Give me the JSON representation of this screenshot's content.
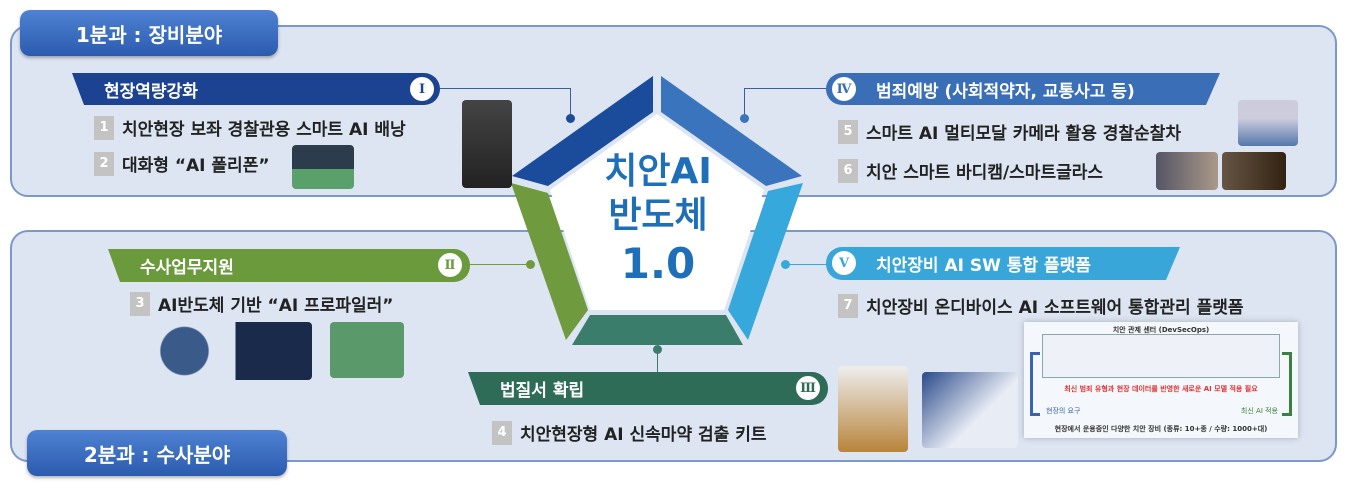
{
  "groups": {
    "equipment": "1분과 : 장비분야",
    "investigation": "2분과 : 수사분야"
  },
  "center": {
    "line1": "치안AI",
    "line2": "반도체",
    "line3": "1.0"
  },
  "categories": [
    {
      "numeral": "Ⅰ",
      "title": "현장역량강화",
      "color": "#1c4391"
    },
    {
      "numeral": "Ⅱ",
      "title": "수사업무지원",
      "color": "#6b9a3c"
    },
    {
      "numeral": "Ⅲ",
      "title": "법질서 확립",
      "color": "#2f6c58"
    },
    {
      "numeral": "Ⅳ",
      "title": "범죄예방 (사회적약자, 교통사고 등)",
      "color": "#3a6fb8"
    },
    {
      "numeral": "Ⅴ",
      "title": "치안장비 AI SW 통합 플랫폼",
      "color": "#38a6d8"
    }
  ],
  "items": [
    {
      "num": "1",
      "text": "치안현장 보좌 경찰관용 스마트 AI 배낭"
    },
    {
      "num": "2",
      "text": "대화형 “AI 폴리폰”"
    },
    {
      "num": "3",
      "text": "AI반도체 기반 “AI 프로파일러”"
    },
    {
      "num": "4",
      "text": "치안현장형 AI 신속마약 검출 키트"
    },
    {
      "num": "5",
      "text": "스마트 AI 멀티모달 카메라 활용 경찰순찰차"
    },
    {
      "num": "6",
      "text": "치안 스마트 바디캠/스마트글라스"
    },
    {
      "num": "7",
      "text": "치안장비 온디바이스 AI 소프트웨어 통합관리 플랫폼"
    }
  ],
  "platform_diagram": {
    "title": "치안 관제 센터 (DevSecOps)",
    "need": "최신 범죄 유형과 현장 데이터를 반영한 새로운 AI 모델 적용 필요",
    "left_label": "현장의 요구",
    "right_label": "최신 AI 적용",
    "footer": "현장에서 운용중인 다양한 치안 장비 (종류: 10+종 / 수량: 1000+대)"
  }
}
